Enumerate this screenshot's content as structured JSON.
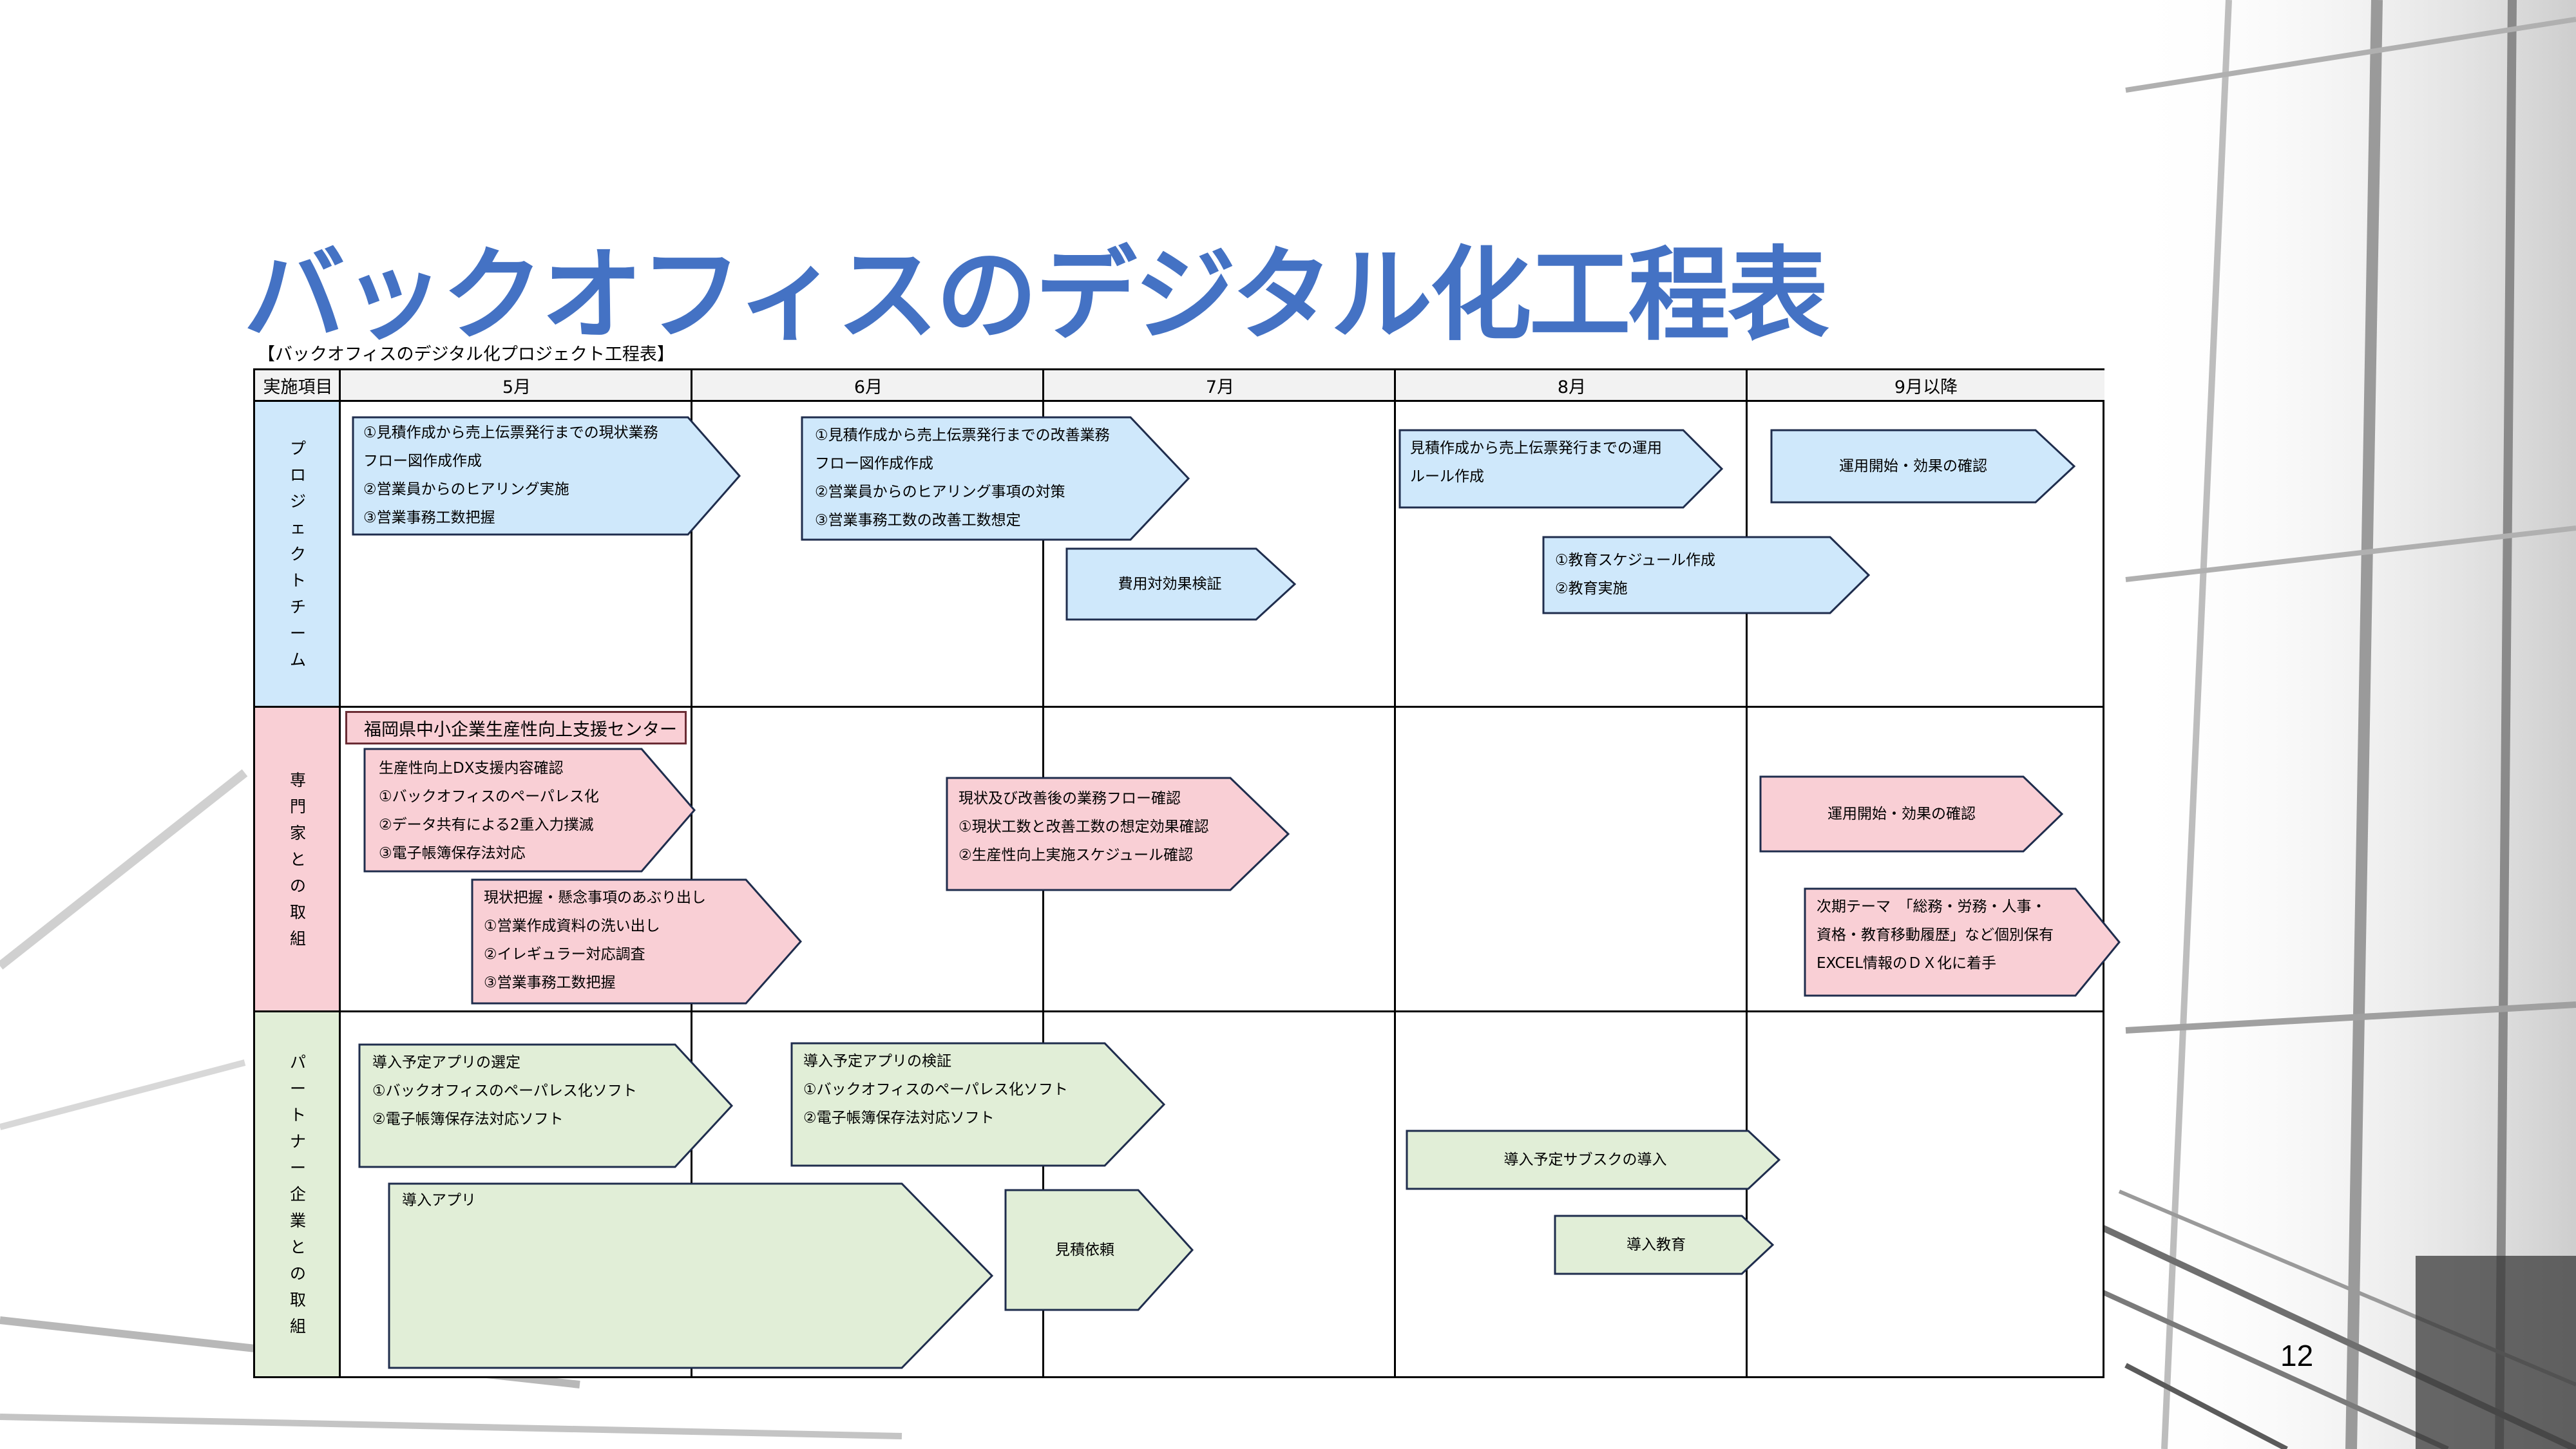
{
  "title": "バックオフィスのデジタル化工程表",
  "caption": "【バックオフィスのデジタル化プロジェクト工程表】",
  "page_number": "12",
  "header": {
    "item": "実施項目",
    "months": [
      "5月",
      "6月",
      "7月",
      "8月",
      "9月以降"
    ]
  },
  "rows": [
    {
      "label": [
        "プ",
        "ロ",
        "ジ",
        "ェ",
        "ク",
        "ト",
        "チ",
        "ー",
        "ム"
      ]
    },
    {
      "label": [
        "専",
        "門",
        "家",
        "と",
        "の",
        "取",
        "組"
      ]
    },
    {
      "label": [
        "パ",
        "ー",
        "ト",
        "ナ",
        "ー",
        "企",
        "業",
        "と",
        "の",
        "取",
        "組"
      ]
    }
  ],
  "tasks": {
    "pt1": [
      "①見積作成から売上伝票発行までの現状業務",
      "フロー図作成作成",
      "②営業員からのヒアリング実施",
      "③営業事務工数把握"
    ],
    "pt2": [
      "①見積作成から売上伝票発行までの改善業務",
      "フロー図作成作成",
      "②営業員からのヒアリング事項の対策",
      "③営業事務工数の改善工数想定"
    ],
    "pt3": [
      "費用対効果検証"
    ],
    "pt4": [
      "見積作成から売上伝票発行までの運用",
      "ルール作成"
    ],
    "pt5": [
      "運用開始・効果の確認"
    ],
    "pt6": [
      "①教育スケジュール作成",
      "②教育実施"
    ],
    "ex_center": "福岡県中小企業生産性向上支援センター",
    "ex1": [
      "生産性向上DX支援内容確認",
      "①バックオフィスのペーパレス化",
      "②データ共有による2重入力撲滅",
      "③電子帳簿保存法対応"
    ],
    "ex2": [
      "現状把握・懸念事項のあぶり出し",
      "①営業作成資料の洗い出し",
      "②イレギュラー対応調査",
      "③営業事務工数把握"
    ],
    "ex3": [
      "現状及び改善後の業務フロー確認",
      "①現状工数と改善工数の想定効果確認",
      "②生産性向上実施スケジュール確認"
    ],
    "ex4": [
      "運用開始・効果の確認"
    ],
    "ex5": [
      "次期テーマ　「総務・労務・人事・",
      "資格・教育移動履歴」など個別保有",
      "EXCEL情報のＤＸ化に着手"
    ],
    "pa1": [
      "導入予定アプリの選定",
      "①バックオフィスのペーパレス化ソフト",
      "②電子帳簿保存法対応ソフト"
    ],
    "pa2": [
      "導入予定アプリの検証",
      "①バックオフィスのペーパレス化ソフト",
      "②電子帳簿保存法対応ソフト"
    ],
    "pa3": [
      "導入アプリ"
    ],
    "pa4": [
      "見積依頼"
    ],
    "pa5": [
      "導入予定サブスクの導入"
    ],
    "pa6": [
      "導入教育"
    ]
  },
  "colors": {
    "title": "#4472c4",
    "project_team": "#cfe8fb",
    "experts": "#f9cfd5",
    "partners": "#e1eed7"
  }
}
